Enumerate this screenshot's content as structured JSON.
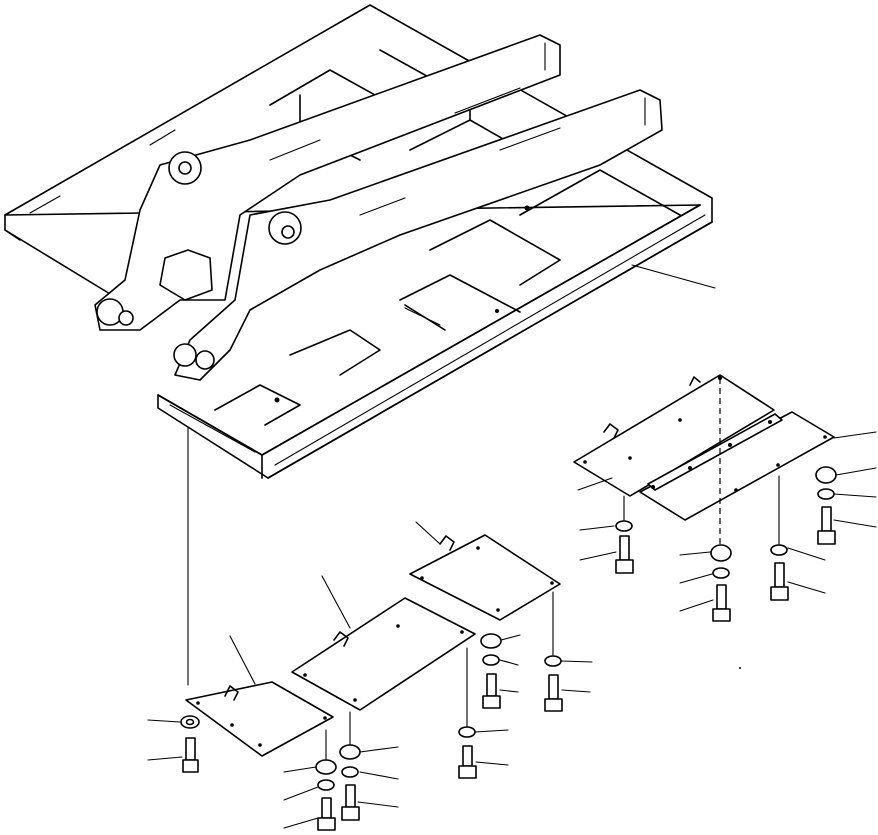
{
  "diagram": {
    "kind": "exploded parts illustration",
    "text_labels": [],
    "assemblies": [
      "main-frame",
      "lift-arm",
      "bottom-cover-rear",
      "bottom-cover-middle",
      "bottom-cover-front",
      "bottom-cover-right-plate",
      "bottom-cover-hinge-plate"
    ],
    "fastener_types": [
      "bolt",
      "washer",
      "nut"
    ],
    "colors": {
      "line": "#000000",
      "background": "#ffffff"
    }
  }
}
